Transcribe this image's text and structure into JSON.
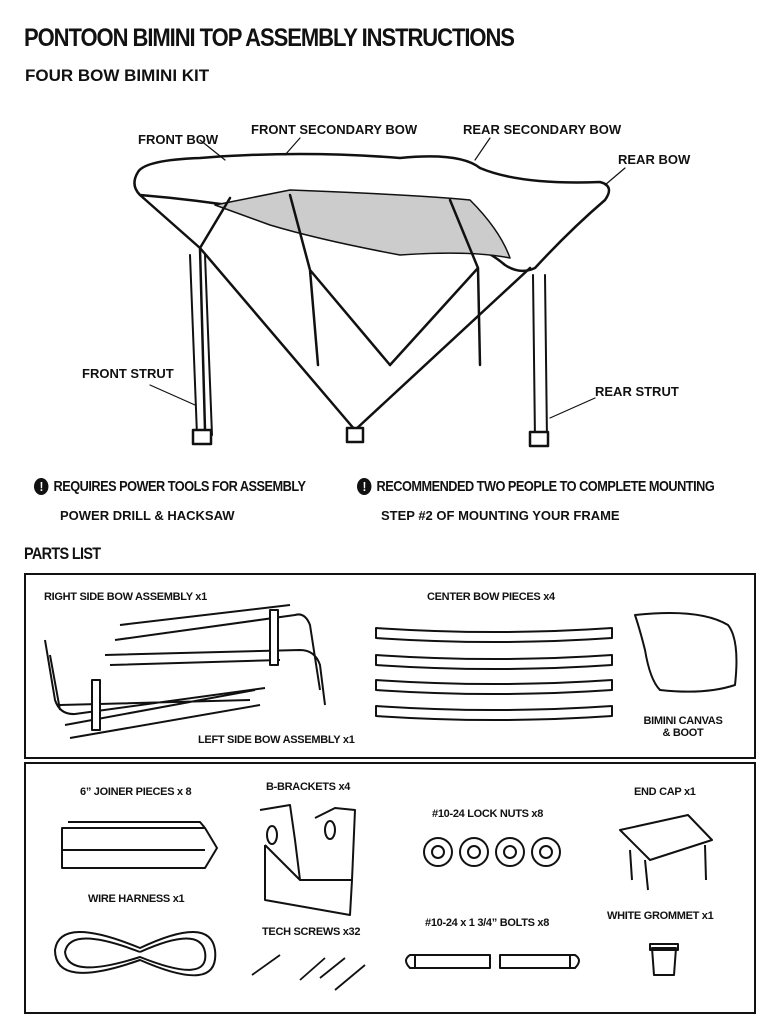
{
  "header": {
    "title": "PONTOON BIMINI TOP ASSEMBLY INSTRUCTIONS",
    "subtitle": "FOUR BOW BIMINI KIT"
  },
  "diagram": {
    "labels": {
      "front_bow": "FRONT BOW",
      "front_secondary_bow": "FRONT SECONDARY BOW",
      "rear_secondary_bow": "REAR SECONDARY BOW",
      "rear_bow": "REAR BOW",
      "front_strut": "FRONT STRUT",
      "rear_strut": "REAR STRUT"
    }
  },
  "notices": [
    {
      "icon": "exclamation-icon",
      "title": "REQUIRES POWER TOOLS FOR ASSEMBLY",
      "detail": "POWER DRILL & HACKSAW"
    },
    {
      "icon": "exclamation-icon",
      "title": "RECOMMENDED TWO PEOPLE TO COMPLETE MOUNTING",
      "detail": "STEP #2 OF MOUNTING YOUR FRAME"
    }
  ],
  "parts": {
    "heading": "PARTS LIST",
    "box1": {
      "right_side": "RIGHT SIDE BOW ASSEMBLY x1",
      "left_side": "LEFT SIDE BOW ASSEMBLY x1",
      "center_bow": "CENTER BOW PIECES x4",
      "canvas_line1": "BIMINI CANVAS",
      "canvas_line2": "& BOOT"
    },
    "box2": {
      "joiner": "6” JOINER PIECES x 8",
      "brackets": "B-BRACKETS x4",
      "lock_nuts": "#10-24 LOCK NUTS x8",
      "end_cap": "END CAP x1",
      "wire_harness": "WIRE HARNESS x1",
      "tech_screws": "TECH SCREWS x32",
      "bolts": "#10-24 x 1 3/4” BOLTS x8",
      "grommet": "WHITE GROMMET x1"
    }
  }
}
